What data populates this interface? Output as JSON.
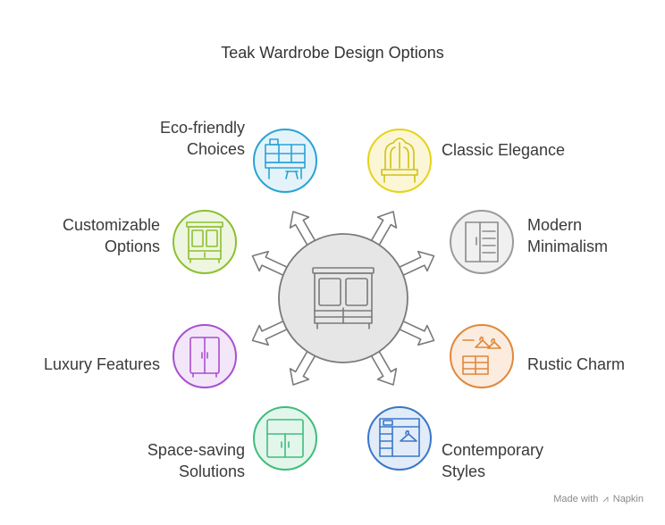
{
  "title": "Teak Wardrobe Design Options",
  "colors": {
    "hub_fill": "#e6e6e6",
    "hub_stroke": "#7a7a7a",
    "eco": "#29a3d6",
    "classic": "#e6d21a",
    "modern": "#9a9a9a",
    "custom": "#8dbf31",
    "rustic": "#e0873a",
    "luxury": "#a94fd1",
    "space": "#3fbd7c",
    "contemporary": "#3a76c9"
  },
  "hub": {
    "icon": "wardrobe-icon"
  },
  "items": [
    {
      "id": "eco",
      "line1": "Eco-friendly",
      "line2": "Choices",
      "icon": "kitchen-cabinet-icon"
    },
    {
      "id": "classic",
      "line1": "Classic Elegance",
      "line2": "",
      "icon": "vanity-mirror-icon"
    },
    {
      "id": "custom",
      "line1": "Customizable",
      "line2": "Options",
      "icon": "armoire-icon"
    },
    {
      "id": "modern",
      "line1": "Modern",
      "line2": "Minimalism",
      "icon": "modern-wardrobe-icon"
    },
    {
      "id": "luxury",
      "line1": "Luxury Features",
      "line2": "",
      "icon": "double-door-wardrobe-icon"
    },
    {
      "id": "rustic",
      "line1": "Rustic Charm",
      "line2": "",
      "icon": "hangers-dresser-icon"
    },
    {
      "id": "space",
      "line1": "Space-saving",
      "line2": "Solutions",
      "icon": "compact-cabinet-icon"
    },
    {
      "id": "contemporary",
      "line1": "Contemporary",
      "line2": "Styles",
      "icon": "closet-hanger-icon"
    }
  ],
  "watermark": {
    "prefix": "Made with",
    "brand": "Napkin"
  }
}
